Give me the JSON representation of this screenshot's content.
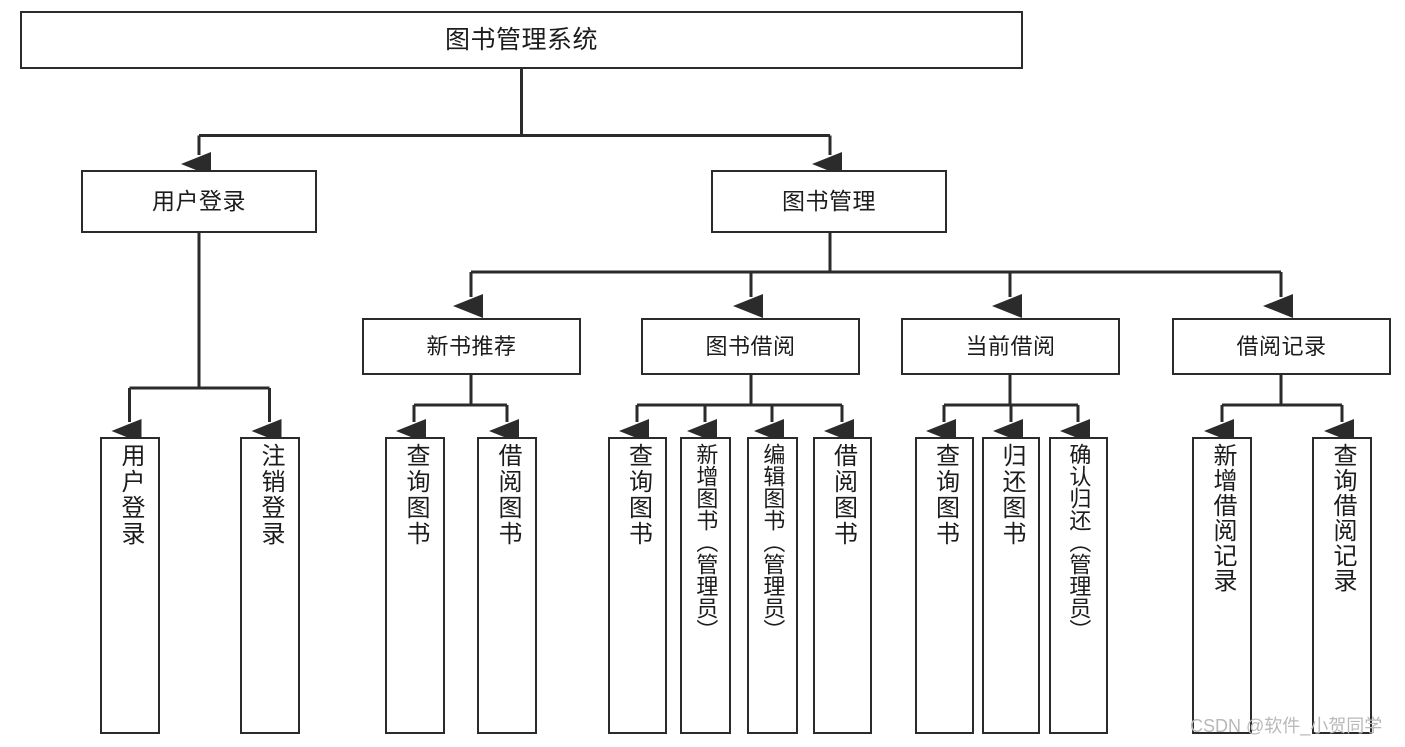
{
  "diagram": {
    "title": "图书管理系统",
    "watermark": "CSDN @软件_小贺同学",
    "line_color": "#2b2b2b",
    "background_color": "#ffffff",
    "text_color": "#1c1c1c"
  },
  "nodes": {
    "root": {
      "label": "图书管理系统"
    },
    "level1": [
      {
        "label": "用户登录"
      },
      {
        "label": "图书管理"
      }
    ],
    "level2": [
      {
        "label": "新书推荐"
      },
      {
        "label": "图书借阅"
      },
      {
        "label": "当前借阅"
      },
      {
        "label": "借阅记录"
      }
    ],
    "leaves": [
      {
        "label": "用户登录"
      },
      {
        "label": "注销登录"
      },
      {
        "label": "查询图书"
      },
      {
        "label": "借阅图书"
      },
      {
        "label": "查询图书"
      },
      {
        "label": "新增图书（管理员）"
      },
      {
        "label": "编辑图书（管理员）"
      },
      {
        "label": "借阅图书"
      },
      {
        "label": "查询图书"
      },
      {
        "label": "归还图书"
      },
      {
        "label": "确认归还（管理员）"
      },
      {
        "label": "新增借阅记录"
      },
      {
        "label": "查询借阅记录"
      }
    ]
  },
  "hierarchy": {
    "图书管理系统": [
      "用户登录",
      "图书管理"
    ],
    "用户登录": [
      "用户登录",
      "注销登录"
    ],
    "图书管理": [
      "新书推荐",
      "图书借阅",
      "当前借阅",
      "借阅记录"
    ],
    "新书推荐": [
      "查询图书",
      "借阅图书"
    ],
    "图书借阅": [
      "查询图书",
      "新增图书（管理员）",
      "编辑图书（管理员）",
      "借阅图书"
    ],
    "当前借阅": [
      "查询图书",
      "归还图书",
      "确认归还（管理员）"
    ],
    "借阅记录": [
      "新增借阅记录",
      "查询借阅记录"
    ]
  }
}
